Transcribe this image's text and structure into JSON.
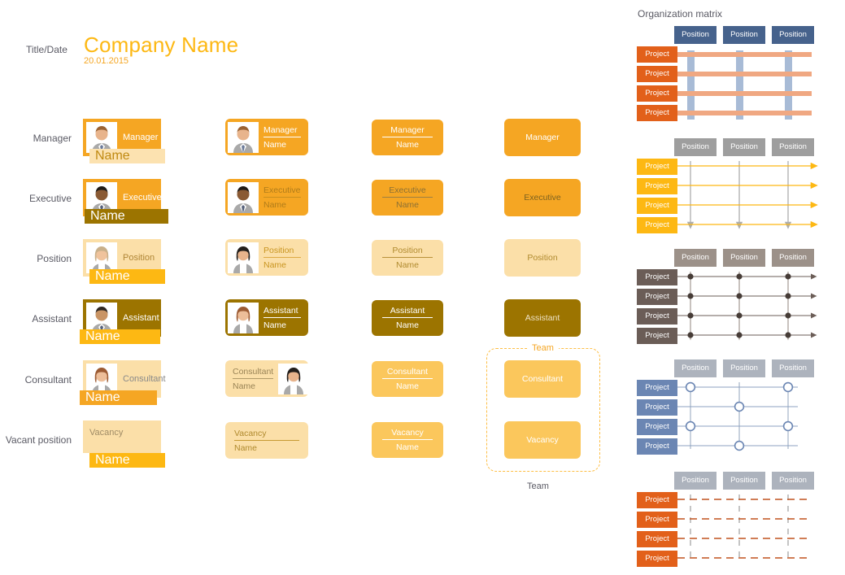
{
  "header": {
    "title_date_label": "Title/Date",
    "company_name": "Company Name",
    "date": "20.01.2015"
  },
  "row_labels": [
    {
      "key": "manager",
      "label": "Manager"
    },
    {
      "key": "executive",
      "label": "Executive"
    },
    {
      "key": "position",
      "label": "Position"
    },
    {
      "key": "assistant",
      "label": "Assistant"
    },
    {
      "key": "consultant",
      "label": "Consultant"
    },
    {
      "key": "vacancy",
      "label": "Vacant position"
    }
  ],
  "name_label": "Name",
  "columns": {
    "col1": [
      {
        "title": "Manager",
        "name": "Name"
      },
      {
        "title": "Executive",
        "name": "Name"
      },
      {
        "title": "Position",
        "name": "Name"
      },
      {
        "title": "Assistant",
        "name": "Name"
      },
      {
        "title": "Consultant",
        "name": "Name"
      },
      {
        "title": "Vacancy",
        "name": "Name"
      }
    ],
    "col2": [
      {
        "title": "Manager",
        "name": "Name"
      },
      {
        "title": "Executive",
        "name": "Name"
      },
      {
        "title": "Position",
        "name": "Name"
      },
      {
        "title": "Assistant",
        "name": "Name"
      },
      {
        "title": "Consultant",
        "name": "Name"
      },
      {
        "title": "Vacancy",
        "name": "Name"
      }
    ],
    "col3": [
      {
        "title": "Manager",
        "name": "Name"
      },
      {
        "title": "Executive",
        "name": "Name"
      },
      {
        "title": "Position",
        "name": "Name"
      },
      {
        "title": "Assistant",
        "name": "Name"
      },
      {
        "title": "Consultant",
        "name": "Name"
      },
      {
        "title": "Vacancy",
        "name": "Name"
      }
    ],
    "col4": [
      {
        "title": "Manager"
      },
      {
        "title": "Executive"
      },
      {
        "title": "Position"
      },
      {
        "title": "Assistant"
      },
      {
        "title": "Consultant"
      },
      {
        "title": "Vacancy"
      }
    ]
  },
  "team": {
    "group_title": "Team",
    "bottom_label": "Team"
  },
  "matrix": {
    "section_title": "Organization matrix",
    "position_label": "Position",
    "project_label": "Project",
    "variants": [
      {
        "id": "matrix-bars",
        "style": "thick-bars",
        "pos_color": "#46628C",
        "proj_color": "#E2601A",
        "row_line": "#F0A882",
        "col_line": "#A8BBD6"
      },
      {
        "id": "matrix-arrows",
        "style": "arrows",
        "pos_color": "#9E9E9E",
        "proj_color": "#FDB813",
        "row_line": "#FDB813",
        "col_line": "#ADADAD"
      },
      {
        "id": "matrix-dots",
        "style": "dots",
        "pos_color": "#9C9189",
        "proj_color": "#6B5D57",
        "row_line": "#6B5D57",
        "col_line": "#6B5D57"
      },
      {
        "id": "matrix-circles",
        "style": "circles",
        "pos_color": "#ADB3BD",
        "proj_color": "#6B86B3",
        "row_line": "#8CA0C0",
        "col_line": "#9DADC4"
      },
      {
        "id": "matrix-dashed",
        "style": "dashed",
        "pos_color": "#ADB3BD",
        "proj_color": "#E2601A",
        "row_line": "#C0521E",
        "col_line": "#9E9E9E"
      }
    ]
  },
  "colors": {
    "brand_yellow": "#FDB813",
    "orange": "#F5A623",
    "light_peach": "#FBDFA8",
    "pale_peach": "#FCE2B0",
    "dark_gold": "#9C7400",
    "amber": "#FBC75C",
    "text_gray": "#5a5a64"
  }
}
